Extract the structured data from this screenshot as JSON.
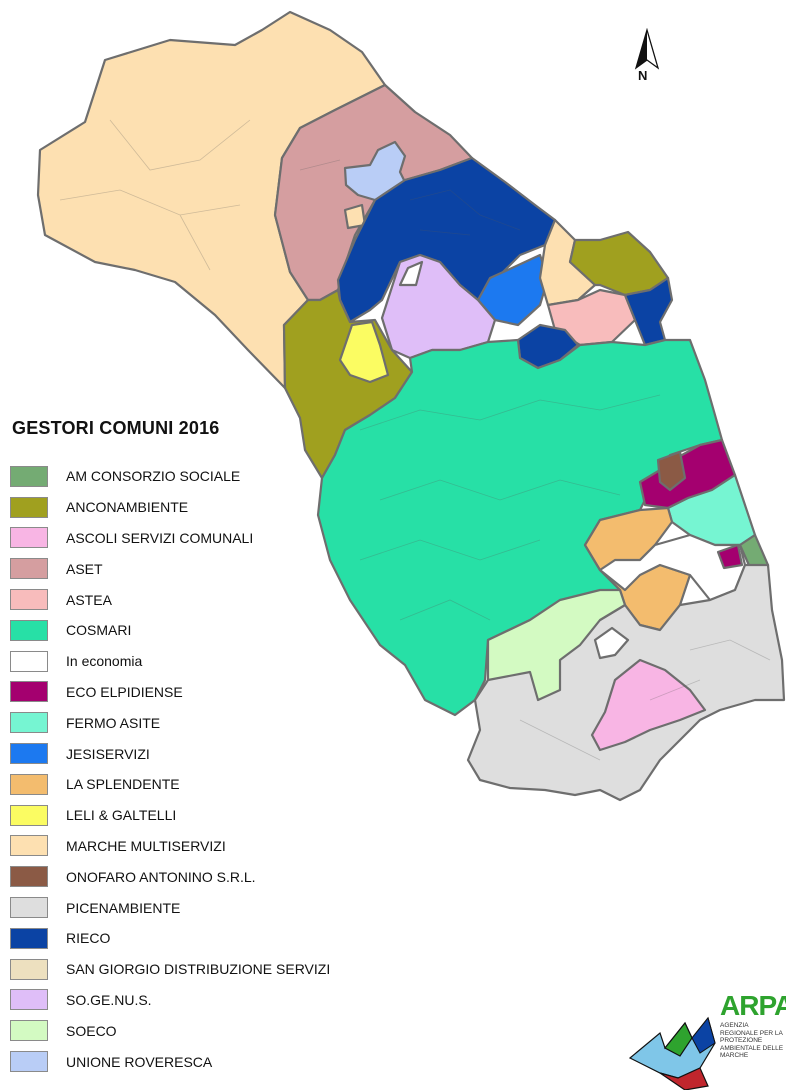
{
  "colors": {
    "am_consorzio_sociale": "#74ab73",
    "anconambiente": "#a0a01f",
    "ascoli_servizi_comunali": "#f8b5e4",
    "aset": "#d59ea0",
    "astea": "#f8bcbc",
    "cosmari": "#27e0a6",
    "in_economia": "#ffffff",
    "eco_elpidiense": "#a4006f",
    "fermo_asite": "#76f5d2",
    "jesiservizi": "#1c79f0",
    "la_splendente": "#f3bc6e",
    "leli_galtelli": "#fbfc62",
    "marche_multiservizi": "#fde0b1",
    "onofaro_antonino": "#8b5a45",
    "picenambiente": "#dedede",
    "rieco": "#0b43a4",
    "san_giorgio": "#ede0bf",
    "so_ge_nu_s": "#dfbef8",
    "soeco": "#d3fac2",
    "unione_roveresca": "#b9cdf6"
  },
  "legend": {
    "title": "GESTORI COMUNI 2016",
    "items": [
      {
        "label": "AM CONSORZIO SOCIALE",
        "color": "#74ab73"
      },
      {
        "label": "ANCONAMBIENTE",
        "color": "#a0a01f"
      },
      {
        "label": "ASCOLI SERVIZI COMUNALI",
        "color": "#f8b5e4"
      },
      {
        "label": "ASET",
        "color": "#d59ea0"
      },
      {
        "label": "ASTEA",
        "color": "#f8bcbc"
      },
      {
        "label": "COSMARI",
        "color": "#27e0a6"
      },
      {
        "label": "In economia",
        "color": "#ffffff"
      },
      {
        "label": "ECO ELPIDIENSE",
        "color": "#a4006f"
      },
      {
        "label": "FERMO ASITE",
        "color": "#76f5d2"
      },
      {
        "label": "JESISERVIZI",
        "color": "#1c79f0"
      },
      {
        "label": "LA SPLENDENTE",
        "color": "#f3bc6e"
      },
      {
        "label": "LELI & GALTELLI",
        "color": "#fbfc62"
      },
      {
        "label": "MARCHE MULTISERVIZI",
        "color": "#fde0b1"
      },
      {
        "label": "ONOFARO ANTONINO S.R.L.",
        "color": "#8b5a45"
      },
      {
        "label": "PICENAMBIENTE",
        "color": "#dedede"
      },
      {
        "label": "RIECO",
        "color": "#0b43a4"
      },
      {
        "label": "SAN GIORGIO DISTRIBUZIONE SERVIZI",
        "color": "#ede0bf"
      },
      {
        "label": "SO.GE.NU.S.",
        "color": "#dfbef8"
      },
      {
        "label": "SOECO",
        "color": "#d3fac2"
      },
      {
        "label": "UNIONE ROVERESCA",
        "color": "#b9cdf6"
      }
    ]
  },
  "north": {
    "label": "N",
    "icon": "north-arrow-icon"
  },
  "logo": {
    "name": "ARPAM",
    "subtitle": "AGENZIA REGIONALE PER LA PROTEZIONE AMBIENTALE DELLE MARCHE",
    "icon": "arpam-logo-icon"
  }
}
